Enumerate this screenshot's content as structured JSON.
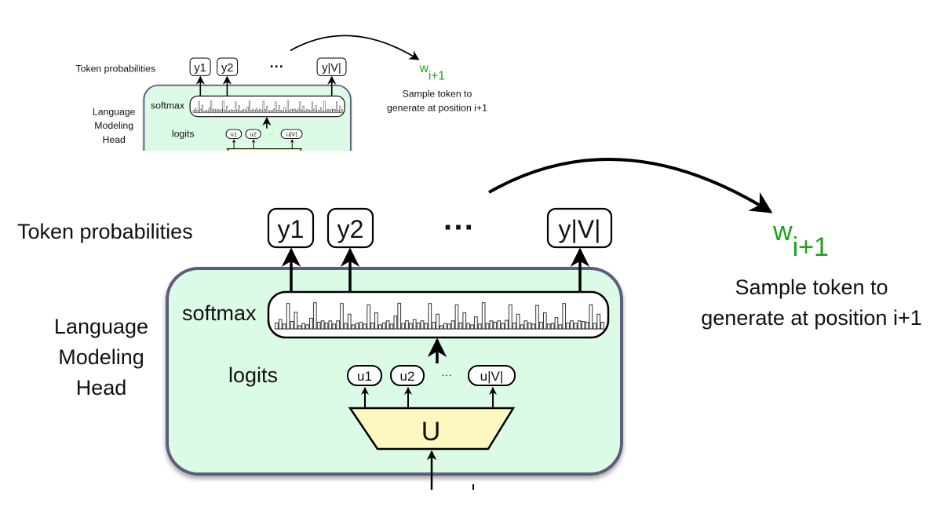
{
  "figure": {
    "token_probabilities_label": "Token probabilities",
    "lm_head_label": [
      "Language",
      "Modeling",
      "Head"
    ],
    "softmax_label": "softmax",
    "logits_label": "logits",
    "outputs": [
      "y1",
      "y2",
      "y|V|"
    ],
    "outputs_ellipsis": "···",
    "logits": [
      "u1",
      "u2",
      "u|V|"
    ],
    "logits_ellipsis": "···",
    "unembedding_label": "U",
    "sample_token_symbol": "w",
    "sample_token_subscript": "i+1",
    "sample_caption": [
      "Sample token to",
      "generate at position i+1"
    ],
    "colors": {
      "head_fill": "#dcfbe6",
      "head_border": "#5c5c7c",
      "unembedding_fill": "#fdf7c0",
      "sample_token": "#1aa31a"
    }
  },
  "softmax_bars": [
    0.22,
    0.35,
    0.18,
    0.95,
    0.28,
    0.62,
    0.12,
    0.2,
    0.15,
    0.4,
    0.98,
    0.25,
    0.3,
    0.22,
    0.3,
    0.18,
    0.3,
    0.95,
    0.2,
    0.55,
    0.15,
    0.2,
    0.25,
    0.18,
    0.9,
    0.22,
    0.6,
    0.15,
    0.22,
    0.3,
    0.18,
    0.48,
    0.96,
    0.2,
    0.3,
    0.2,
    0.35,
    0.22,
    0.3,
    0.2,
    0.95,
    0.25,
    0.55,
    0.12,
    0.2,
    0.18,
    0.3,
    0.9,
    0.22,
    0.6,
    0.2,
    0.15,
    0.45,
    0.18,
    0.98,
    0.2,
    0.3,
    0.25,
    0.3,
    0.2,
    0.32,
    0.9,
    0.22,
    0.55,
    0.15,
    0.3,
    0.22,
    0.18,
    0.88,
    0.25,
    0.6,
    0.18,
    0.2,
    0.42,
    0.15,
    0.95,
    0.22,
    0.3,
    0.2,
    0.3,
    0.28,
    0.25,
    0.9,
    0.2,
    0.55,
    0.25
  ]
}
